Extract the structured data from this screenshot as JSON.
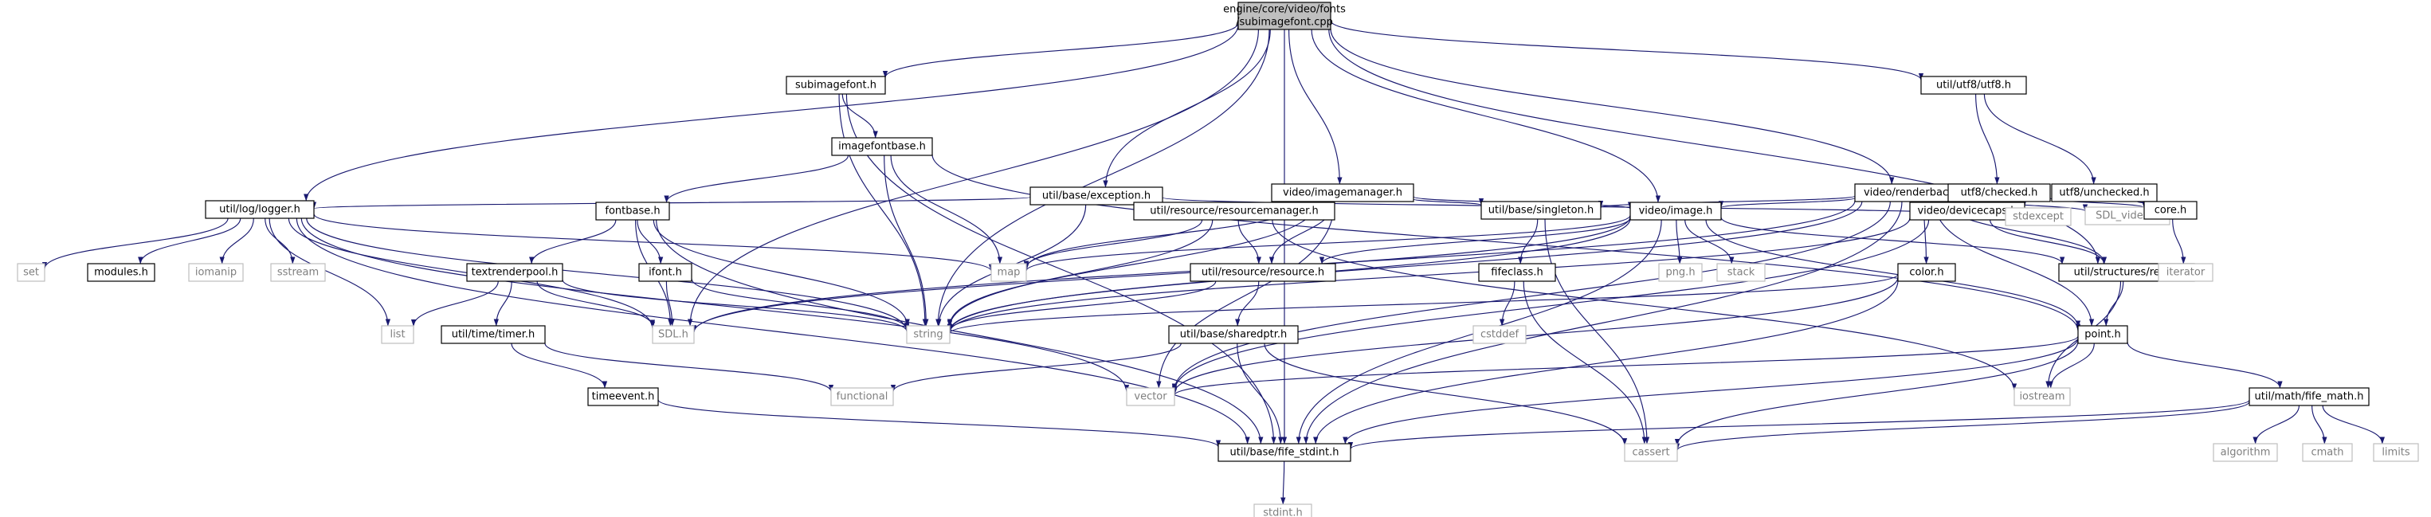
{
  "nodes": [
    {
      "id": "root",
      "lines": [
        "engine/core/video/fonts",
        "/subimagefont.cpp"
      ],
      "kind": "root"
    },
    {
      "id": "subimagefont_h",
      "lines": [
        "subimagefont.h"
      ],
      "kind": "file"
    },
    {
      "id": "utf8_h",
      "lines": [
        "util/utf8/utf8.h"
      ],
      "kind": "file"
    },
    {
      "id": "imagefontbase_h",
      "lines": [
        "imagefontbase.h"
      ],
      "kind": "file"
    },
    {
      "id": "exception_h",
      "lines": [
        "util/base/exception.h"
      ],
      "kind": "file"
    },
    {
      "id": "imagemanager_h",
      "lines": [
        "video/imagemanager.h"
      ],
      "kind": "file"
    },
    {
      "id": "renderbackend_h",
      "lines": [
        "video/renderbackend.h"
      ],
      "kind": "file"
    },
    {
      "id": "checked_h",
      "lines": [
        "utf8/checked.h"
      ],
      "kind": "file"
    },
    {
      "id": "unchecked_h",
      "lines": [
        "utf8/unchecked.h"
      ],
      "kind": "file"
    },
    {
      "id": "logger_h",
      "lines": [
        "util/log/logger.h"
      ],
      "kind": "file"
    },
    {
      "id": "fontbase_h",
      "lines": [
        "fontbase.h"
      ],
      "kind": "file"
    },
    {
      "id": "resourcemanager_h",
      "lines": [
        "util/resource/resourcemanager.h"
      ],
      "kind": "file"
    },
    {
      "id": "singleton_h",
      "lines": [
        "util/base/singleton.h"
      ],
      "kind": "file"
    },
    {
      "id": "image_h",
      "lines": [
        "video/image.h"
      ],
      "kind": "file"
    },
    {
      "id": "devicecaps_h",
      "lines": [
        "video/devicecaps.h"
      ],
      "kind": "file"
    },
    {
      "id": "sdl_video",
      "lines": [
        "SDL_video.h"
      ],
      "kind": "ext"
    },
    {
      "id": "stdexcept",
      "lines": [
        "stdexcept"
      ],
      "kind": "ext"
    },
    {
      "id": "core_h",
      "lines": [
        "core.h"
      ],
      "kind": "file"
    },
    {
      "id": "set",
      "lines": [
        "set"
      ],
      "kind": "ext"
    },
    {
      "id": "modules_h",
      "lines": [
        "modules.h"
      ],
      "kind": "file"
    },
    {
      "id": "iomanip",
      "lines": [
        "iomanip"
      ],
      "kind": "ext"
    },
    {
      "id": "sstream",
      "lines": [
        "sstream"
      ],
      "kind": "ext"
    },
    {
      "id": "textrenderpool_h",
      "lines": [
        "textrenderpool.h"
      ],
      "kind": "file"
    },
    {
      "id": "ifont_h",
      "lines": [
        "ifont.h"
      ],
      "kind": "file"
    },
    {
      "id": "map",
      "lines": [
        "map"
      ],
      "kind": "ext"
    },
    {
      "id": "resource_h",
      "lines": [
        "util/resource/resource.h"
      ],
      "kind": "file"
    },
    {
      "id": "fifeclass_h",
      "lines": [
        "fifeclass.h"
      ],
      "kind": "file"
    },
    {
      "id": "png_h",
      "lines": [
        "png.h"
      ],
      "kind": "ext"
    },
    {
      "id": "stack",
      "lines": [
        "stack"
      ],
      "kind": "ext"
    },
    {
      "id": "color_h",
      "lines": [
        "color.h"
      ],
      "kind": "file"
    },
    {
      "id": "rect_h",
      "lines": [
        "util/structures/rect.h"
      ],
      "kind": "file"
    },
    {
      "id": "iterator",
      "lines": [
        "iterator"
      ],
      "kind": "ext"
    },
    {
      "id": "list",
      "lines": [
        "list"
      ],
      "kind": "ext"
    },
    {
      "id": "sdl_h",
      "lines": [
        "SDL.h"
      ],
      "kind": "ext"
    },
    {
      "id": "string",
      "lines": [
        "string"
      ],
      "kind": "ext"
    },
    {
      "id": "timer_h",
      "lines": [
        "util/time/timer.h"
      ],
      "kind": "file"
    },
    {
      "id": "sharedptr_h",
      "lines": [
        "util/base/sharedptr.h"
      ],
      "kind": "file"
    },
    {
      "id": "cstddef",
      "lines": [
        "cstddef"
      ],
      "kind": "ext"
    },
    {
      "id": "point_h",
      "lines": [
        "point.h"
      ],
      "kind": "file"
    },
    {
      "id": "functional",
      "lines": [
        "functional"
      ],
      "kind": "ext"
    },
    {
      "id": "vector",
      "lines": [
        "vector"
      ],
      "kind": "ext"
    },
    {
      "id": "iostream",
      "lines": [
        "iostream"
      ],
      "kind": "ext"
    },
    {
      "id": "timeevent_h",
      "lines": [
        "timeevent.h"
      ],
      "kind": "file"
    },
    {
      "id": "fife_math_h",
      "lines": [
        "util/math/fife_math.h"
      ],
      "kind": "file"
    },
    {
      "id": "fife_stdint_h",
      "lines": [
        "util/base/fife_stdint.h"
      ],
      "kind": "file"
    },
    {
      "id": "cassert",
      "lines": [
        "cassert"
      ],
      "kind": "ext"
    },
    {
      "id": "algorithm",
      "lines": [
        "algorithm"
      ],
      "kind": "ext"
    },
    {
      "id": "cmath",
      "lines": [
        "cmath"
      ],
      "kind": "ext"
    },
    {
      "id": "limits",
      "lines": [
        "limits"
      ],
      "kind": "ext"
    },
    {
      "id": "stdint_h",
      "lines": [
        "stdint.h"
      ],
      "kind": "ext"
    }
  ],
  "edges": [
    [
      "root",
      "subimagefont_h"
    ],
    [
      "root",
      "utf8_h"
    ],
    [
      "root",
      "exception_h"
    ],
    [
      "root",
      "imagemanager_h"
    ],
    [
      "root",
      "renderbackend_h"
    ],
    [
      "root",
      "logger_h"
    ],
    [
      "root",
      "image_h"
    ],
    [
      "root",
      "rect_h"
    ],
    [
      "root",
      "string"
    ],
    [
      "root",
      "sdl_h"
    ],
    [
      "root",
      "fife_stdint_h"
    ],
    [
      "subimagefont_h",
      "imagefontbase_h"
    ],
    [
      "subimagefont_h",
      "string"
    ],
    [
      "subimagefont_h",
      "fife_stdint_h"
    ],
    [
      "utf8_h",
      "checked_h"
    ],
    [
      "utf8_h",
      "unchecked_h"
    ],
    [
      "checked_h",
      "core_h"
    ],
    [
      "checked_h",
      "stdexcept"
    ],
    [
      "unchecked_h",
      "core_h"
    ],
    [
      "core_h",
      "iterator"
    ],
    [
      "imagefontbase_h",
      "fontbase_h"
    ],
    [
      "imagefontbase_h",
      "map"
    ],
    [
      "imagefontbase_h",
      "string"
    ],
    [
      "imagefontbase_h",
      "point_h"
    ],
    [
      "exception_h",
      "logger_h"
    ],
    [
      "exception_h",
      "string"
    ],
    [
      "exception_h",
      "stdexcept"
    ],
    [
      "imagemanager_h",
      "resourcemanager_h"
    ],
    [
      "imagemanager_h",
      "singleton_h"
    ],
    [
      "imagemanager_h",
      "image_h"
    ],
    [
      "imagemanager_h",
      "resource_h"
    ],
    [
      "imagemanager_h",
      "map"
    ],
    [
      "imagemanager_h",
      "string"
    ],
    [
      "imagemanager_h",
      "vector"
    ],
    [
      "renderbackend_h",
      "singleton_h"
    ],
    [
      "renderbackend_h",
      "image_h"
    ],
    [
      "renderbackend_h",
      "devicecaps_h"
    ],
    [
      "renderbackend_h",
      "sdl_video"
    ],
    [
      "renderbackend_h",
      "color_h"
    ],
    [
      "renderbackend_h",
      "rect_h"
    ],
    [
      "renderbackend_h",
      "point_h"
    ],
    [
      "renderbackend_h",
      "vector"
    ],
    [
      "renderbackend_h",
      "fife_stdint_h"
    ],
    [
      "renderbackend_h",
      "sdl_h"
    ],
    [
      "renderbackend_h",
      "string"
    ],
    [
      "logger_h",
      "set"
    ],
    [
      "logger_h",
      "modules_h"
    ],
    [
      "logger_h",
      "iomanip"
    ],
    [
      "logger_h",
      "sstream"
    ],
    [
      "logger_h",
      "map"
    ],
    [
      "logger_h",
      "list"
    ],
    [
      "logger_h",
      "sdl_h"
    ],
    [
      "logger_h",
      "string"
    ],
    [
      "logger_h",
      "vector"
    ],
    [
      "logger_h",
      "fife_stdint_h"
    ],
    [
      "fontbase_h",
      "textrenderpool_h"
    ],
    [
      "fontbase_h",
      "ifont_h"
    ],
    [
      "fontbase_h",
      "sdl_h"
    ],
    [
      "fontbase_h",
      "string"
    ],
    [
      "fontbase_h",
      "fife_stdint_h"
    ],
    [
      "textrenderpool_h",
      "list"
    ],
    [
      "textrenderpool_h",
      "timer_h"
    ],
    [
      "textrenderpool_h",
      "sdl_h"
    ],
    [
      "textrenderpool_h",
      "string"
    ],
    [
      "ifont_h",
      "sdl_h"
    ],
    [
      "ifont_h",
      "string"
    ],
    [
      "timer_h",
      "timeevent_h"
    ],
    [
      "timer_h",
      "functional"
    ],
    [
      "timeevent_h",
      "fife_stdint_h"
    ],
    [
      "resourcemanager_h",
      "resource_h"
    ],
    [
      "resourcemanager_h",
      "map"
    ],
    [
      "resourcemanager_h",
      "string"
    ],
    [
      "resourcemanager_h",
      "iostream"
    ],
    [
      "resource_h",
      "sharedptr_h"
    ],
    [
      "resource_h",
      "string"
    ],
    [
      "sharedptr_h",
      "functional"
    ],
    [
      "sharedptr_h",
      "cassert"
    ],
    [
      "sharedptr_h",
      "fife_stdint_h"
    ],
    [
      "singleton_h",
      "fifeclass_h"
    ],
    [
      "singleton_h",
      "cassert"
    ],
    [
      "fifeclass_h",
      "cstddef"
    ],
    [
      "fifeclass_h",
      "cassert"
    ],
    [
      "image_h",
      "png_h"
    ],
    [
      "image_h",
      "stack"
    ],
    [
      "image_h",
      "resource_h"
    ],
    [
      "image_h",
      "rect_h"
    ],
    [
      "image_h",
      "point_h"
    ],
    [
      "image_h",
      "sdl_h"
    ],
    [
      "image_h",
      "string"
    ],
    [
      "image_h",
      "fife_stdint_h"
    ],
    [
      "image_h",
      "map"
    ],
    [
      "devicecaps_h",
      "rect_h"
    ],
    [
      "devicecaps_h",
      "string"
    ],
    [
      "devicecaps_h",
      "vector"
    ],
    [
      "color_h",
      "vector"
    ],
    [
      "color_h",
      "string"
    ],
    [
      "color_h",
      "fife_stdint_h"
    ],
    [
      "rect_h",
      "point_h"
    ],
    [
      "rect_h",
      "iostream"
    ],
    [
      "point_h",
      "fife_math_h"
    ],
    [
      "point_h",
      "iostream"
    ],
    [
      "point_h",
      "vector"
    ],
    [
      "point_h",
      "cassert"
    ],
    [
      "point_h",
      "fife_stdint_h"
    ],
    [
      "fife_math_h",
      "algorithm"
    ],
    [
      "fife_math_h",
      "cmath"
    ],
    [
      "fife_math_h",
      "limits"
    ],
    [
      "fife_math_h",
      "fife_stdint_h"
    ],
    [
      "fife_math_h",
      "cassert"
    ],
    [
      "fife_stdint_h",
      "stdint_h"
    ]
  ],
  "colors": {
    "edge": "#191970",
    "file_border": "#000000",
    "ext_border": "#bfbfbf",
    "ext_text": "#7f7f7f",
    "root_fill": "#bfbfbf",
    "node_fill": "#ffffff"
  }
}
